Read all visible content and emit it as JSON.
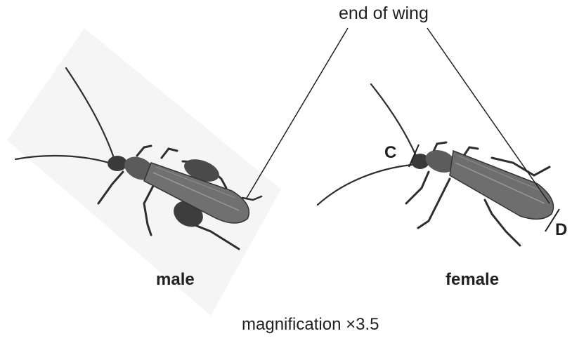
{
  "labels": {
    "end_of_wing": "end of wing",
    "male": "male",
    "female": "female",
    "magnification": "magnification ×3.5",
    "point_c": "C",
    "point_d": "D"
  },
  "colors": {
    "ink": "#231f20",
    "beetle_body": "#6b6b6b",
    "beetle_dark": "#3a3a3a",
    "background_tint": "#f4f4f4"
  }
}
